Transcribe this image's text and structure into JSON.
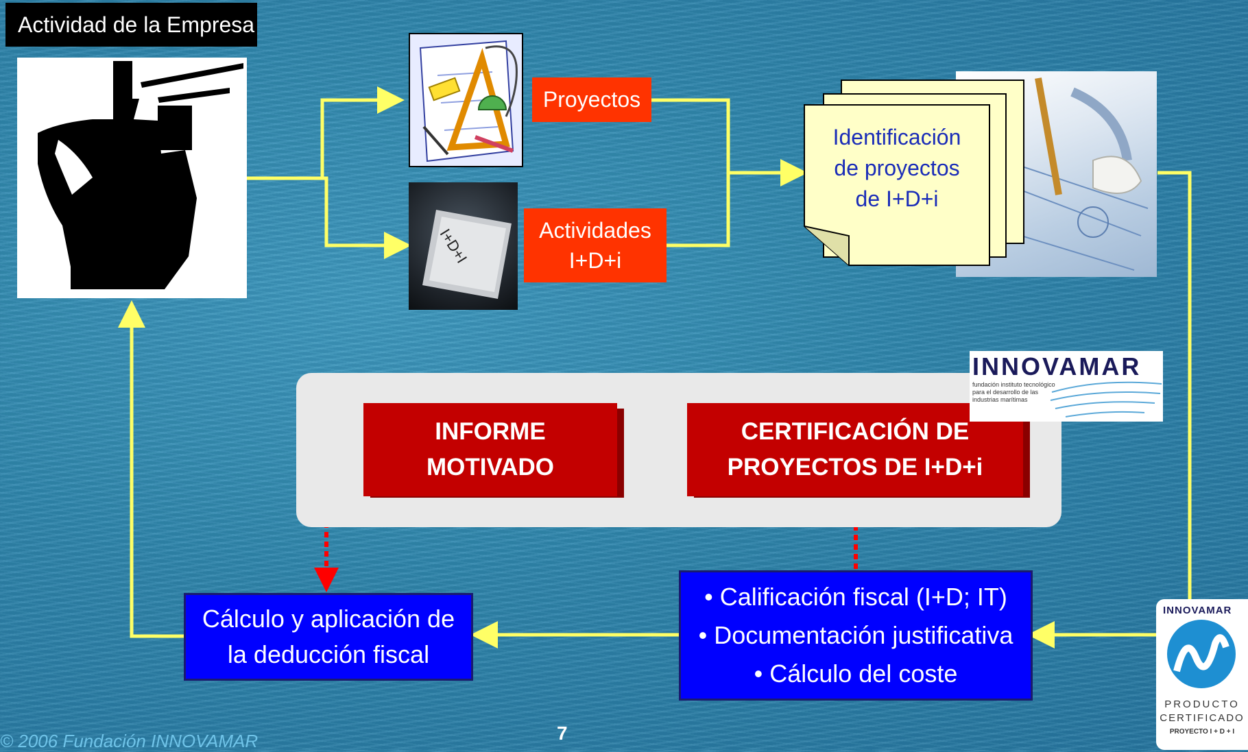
{
  "header": {
    "title": "Actividad de la Empresa"
  },
  "flow": {
    "proyectos_label": "Proyectos",
    "actividades_line1": "Actividades",
    "actividades_line2": "I+D+i",
    "identificacion_line1": "Identificación",
    "identificacion_line2": "de proyectos",
    "identificacion_line3": "de I+D+i",
    "informe_line1": "INFORME",
    "informe_line2": "MOTIVADO",
    "certificacion_line1": "CERTIFICACIÓN DE",
    "certificacion_line2": "PROYECTOS DE I+D+i",
    "tasks": [
      "• Calificación fiscal (I+D; IT)",
      "• Documentación justificativa",
      "• Cálculo del coste"
    ],
    "calculo_line1": "Cálculo y aplicación de",
    "calculo_line2": "la deducción fiscal",
    "key_text": "I+D+I"
  },
  "logos": {
    "innovamar_name": "INNOVAMAR",
    "innovamar_tagline": [
      "fundación instituto tecnológico",
      "para el desarrollo de las",
      "industrias marítimas"
    ],
    "badge_name": "INNOVAMAR",
    "badge_line1": "PRODUCTO",
    "badge_line2": "CERTIFICADO",
    "badge_line3": "PROYECTO I + D + I"
  },
  "footer": {
    "copyright": "© 2006 Fundación INNOVAMAR",
    "page_number": "7"
  },
  "colors": {
    "arrow_yellow": "#ffff66",
    "arrow_red": "#ff0000",
    "accent_orange": "#ff3300",
    "accent_red": "#c30000",
    "accent_blue": "#0000ff"
  }
}
